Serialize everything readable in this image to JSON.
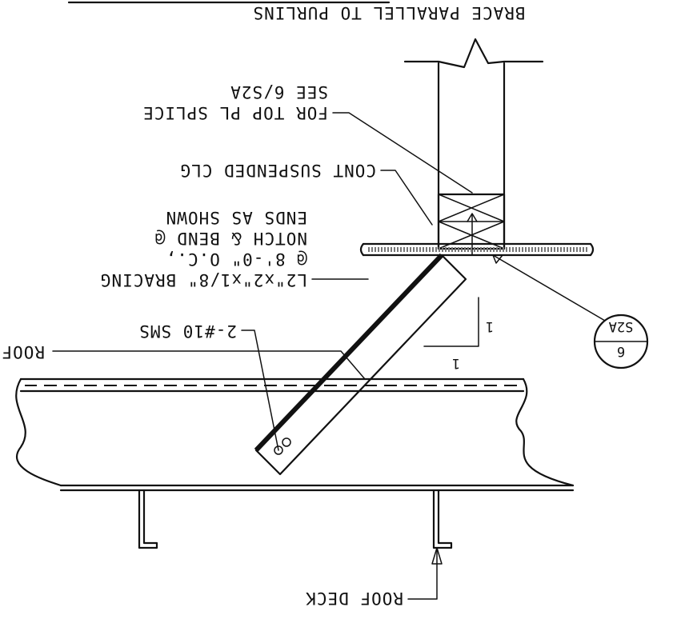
{
  "title": "BRACE PARALLEL TO PURLINS",
  "labels": {
    "roof_left": "ROOF",
    "roof_deck": "ROOF DECK",
    "sms": "2-#10 SMS",
    "bracing_1": "L2\"x2\"x1/8\" BRACING",
    "bracing_2": "@ 8'-0\" O.C.,",
    "bracing_3": "NOTCH & BEND @",
    "bracing_4": "ENDS AS SHOWN",
    "clg": "CONT SUSPENDED CLG",
    "splice_1": "FOR TOP PL SPLICE",
    "splice_2": "SEE 6/S2A"
  },
  "slope": {
    "rise": "1",
    "run": "1"
  },
  "detail_ref": {
    "number": "6",
    "sheet": "S2A"
  }
}
